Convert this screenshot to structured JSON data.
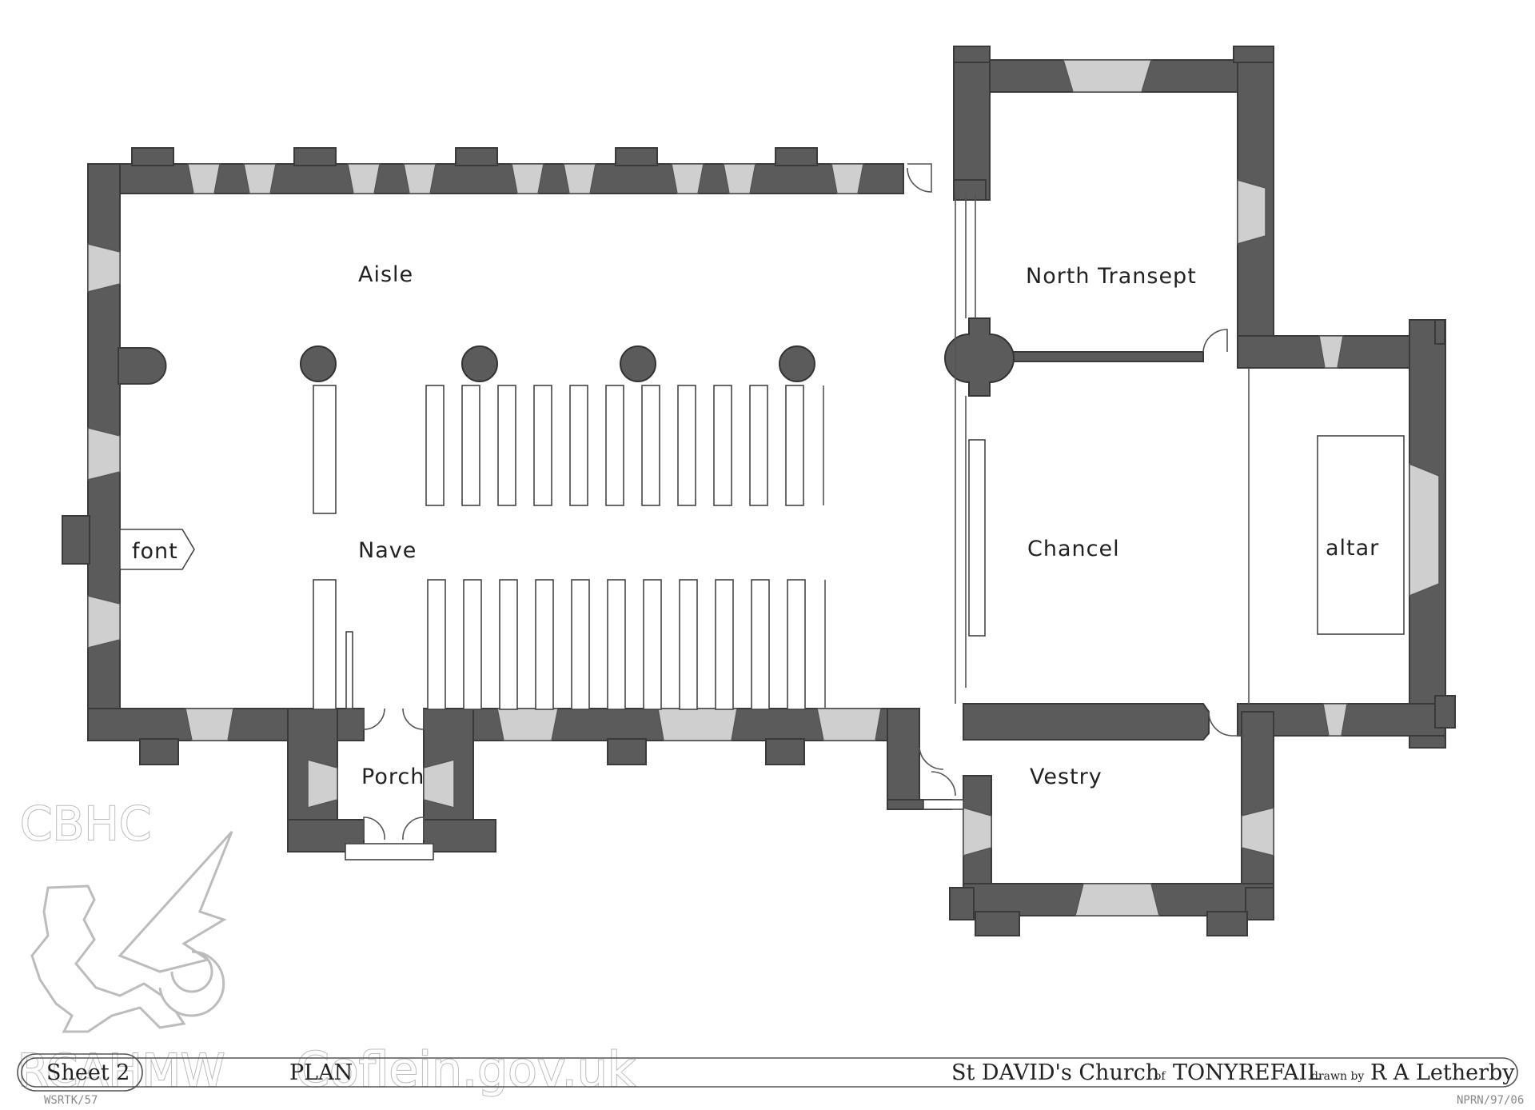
{
  "rooms": {
    "aisle": "Aisle",
    "nave": "Nave",
    "font": "font",
    "porch": "Porch",
    "north_transept": "North Transept",
    "chancel": "Chancel",
    "altar": "altar",
    "vestry": "Vestry"
  },
  "title_block": {
    "sheet": "Sheet 2",
    "plan": "PLAN",
    "church_prefix": "St DAVID's Church",
    "of": "of",
    "place": "TONYREFAIL",
    "drawn_by": "drawn by",
    "author": "R A Letherby"
  },
  "watermark": {
    "org": "CBHC",
    "org_en": "RCAHMW",
    "site": "Coflein.gov.uk"
  },
  "annotations": {
    "ref_left": "WSRTK/57",
    "ref_right": "NPRN/97/06"
  },
  "colors": {
    "wall": "#5b5b5b",
    "window": "#cfcfcf"
  },
  "icons": {
    "emblem": "welsh-dragon-icon"
  }
}
